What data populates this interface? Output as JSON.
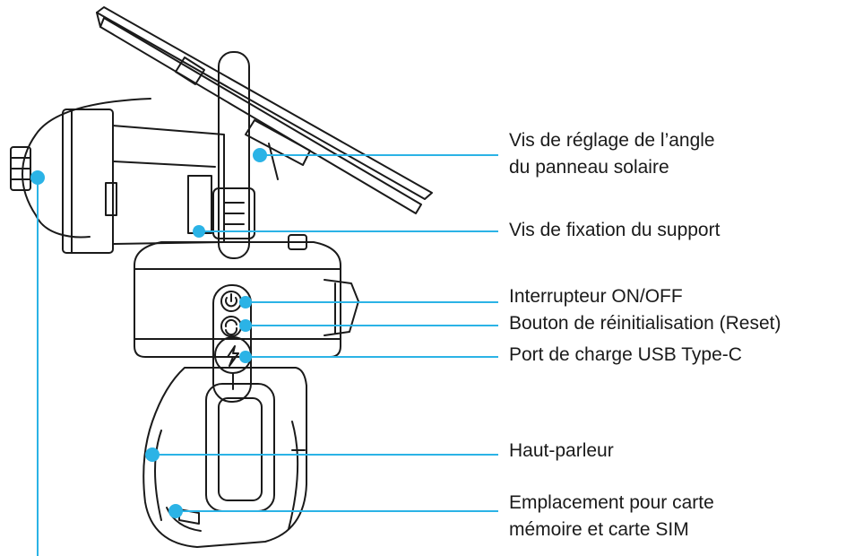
{
  "diagram": {
    "accent_color": "#2bb3e6",
    "line_color": "#1a1a1a",
    "callouts": [
      {
        "id": "solar-angle-screw",
        "lines": [
          "Vis de réglage de l’angle",
          "du panneau solaire"
        ]
      },
      {
        "id": "mount-screw",
        "lines": [
          "Vis de fixation du support"
        ]
      },
      {
        "id": "power-switch",
        "lines": [
          "Interrupteur ON/OFF"
        ]
      },
      {
        "id": "reset-button",
        "lines": [
          "Bouton de réinitialisation (Reset)"
        ]
      },
      {
        "id": "usb-port",
        "lines": [
          "Port de charge USB Type-C"
        ]
      },
      {
        "id": "speaker",
        "lines": [
          "Haut-parleur"
        ]
      },
      {
        "id": "card-slot",
        "lines": [
          "Emplacement pour carte",
          "mémoire et carte SIM"
        ]
      }
    ],
    "icons": [
      "power-icon",
      "reset-icon",
      "lightning-icon"
    ]
  }
}
